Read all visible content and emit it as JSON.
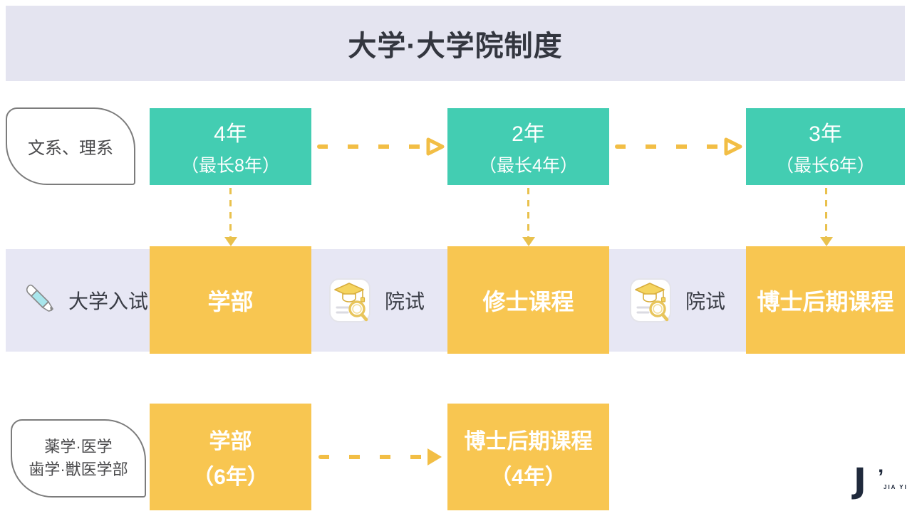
{
  "title": "大学·大学院制度",
  "colors": {
    "teal": "#43CDB2",
    "yellow": "#F8C651",
    "arrow_yellow": "#F2BE45",
    "header_bg": "#E4E4F0",
    "band_bg": "#E7E7F4",
    "dark_text": "#33363F",
    "logo_navy": "#202A3C"
  },
  "track_general": {
    "label": "文系、理系",
    "stages": [
      {
        "line1": "4年",
        "line2": "（最长8年）"
      },
      {
        "line1": "2年",
        "line2": "（最长4年）"
      },
      {
        "line1": "3年",
        "line2": "（最长6年）"
      }
    ]
  },
  "exam_row": {
    "entrance_label": "大学入试",
    "exam_label_1": "院试",
    "exam_label_2": "院试",
    "programs": [
      "学部",
      "修士课程",
      "博士后期课程"
    ],
    "icons": [
      "pencil-icon",
      "exam-doc-icon"
    ]
  },
  "track_medical": {
    "label_line1": "薬学·医学",
    "label_line2": "歯学·獣医学部",
    "stages": [
      {
        "line1": "学部",
        "line2": "（6年）"
      },
      {
        "line1": "博士后期课程",
        "line2": "（4年）"
      }
    ]
  },
  "logo": {
    "letter": "J",
    "apostrophe": "’",
    "subtext": "JIA YI"
  }
}
